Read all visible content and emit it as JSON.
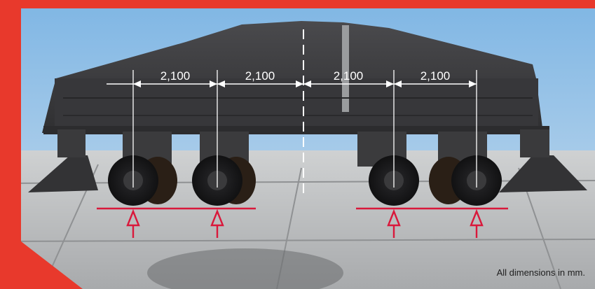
{
  "diagram": {
    "dimension_labels": [
      "2,100",
      "2,100",
      "2,100",
      "2,100"
    ],
    "caption": "All dimensions in mm.",
    "colors": {
      "accent_red": "#e8392c",
      "support_red": "#d9183b",
      "sky_top": "#7fb6e4",
      "sky_bottom": "#c7ddf0",
      "machine_dark": "#3c3c3e",
      "floor": "#b9bbbd"
    }
  }
}
